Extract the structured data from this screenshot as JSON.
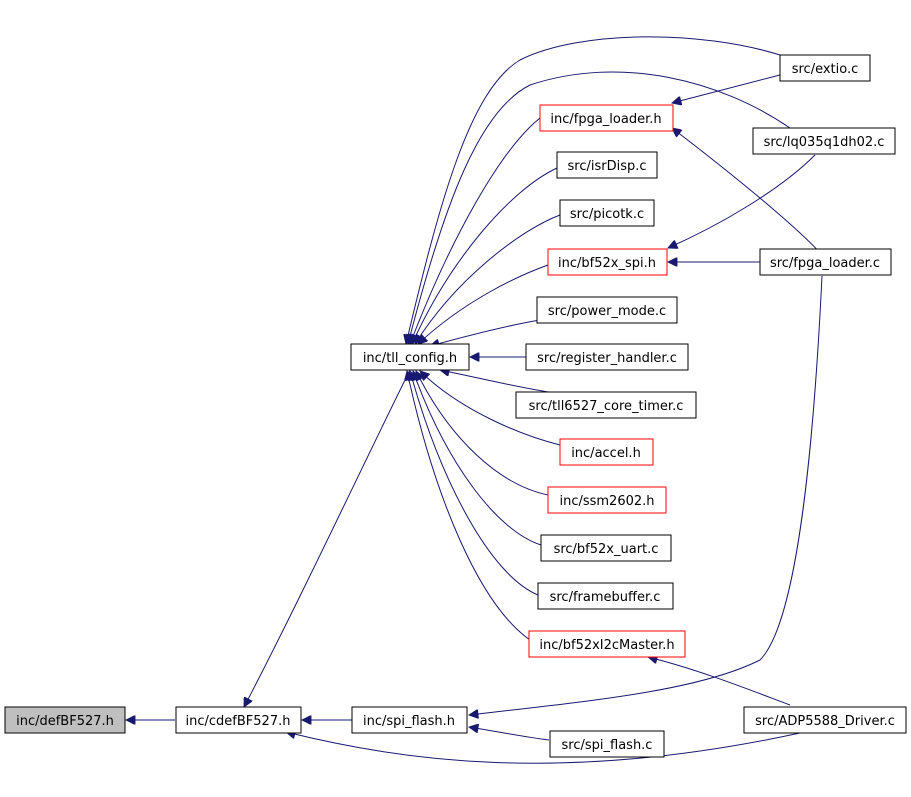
{
  "graph": {
    "nodes": {
      "defBF527": "inc/defBF527.h",
      "cdefBF527": "inc/cdefBF527.h",
      "tll_config": "inc/tll_config.h",
      "spi_flash_h": "inc/spi_flash.h",
      "spi_flash_c": "src/spi_flash.c",
      "extio": "src/extio.c",
      "fpga_loader_h": "inc/fpga_loader.h",
      "lq035": "src/lq035q1dh02.c",
      "isrDisp": "src/isrDisp.c",
      "picotk": "src/picotk.c",
      "bf52x_spi": "inc/bf52x_spi.h",
      "fpga_loader_c": "src/fpga_loader.c",
      "power_mode": "src/power_mode.c",
      "register_handler": "src/register_handler.c",
      "core_timer": "src/tll6527_core_timer.c",
      "accel": "inc/accel.h",
      "ssm2602": "inc/ssm2602.h",
      "uart": "src/bf52x_uart.c",
      "framebuffer": "src/framebuffer.c",
      "i2c": "inc/bf52xI2cMaster.h",
      "adp5588": "src/ADP5588_Driver.c"
    }
  },
  "colors": {
    "edge": "#191970",
    "truncated_border": "#ff0000",
    "current_fill": "#bfbfbf"
  }
}
